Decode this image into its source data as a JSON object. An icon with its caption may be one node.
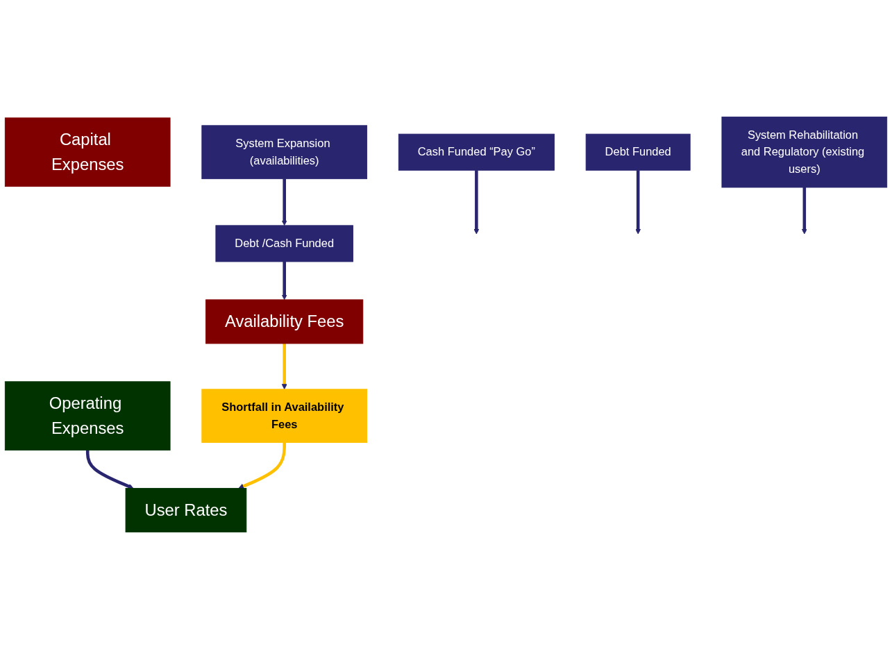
{
  "diagram": {
    "nodes": [
      {
        "text": [
          "Operating Expenses"
        ]
      },
      {
        "text": [
          "Capital Expenses"
        ]
      },
      {
        "text": [
          "Cash Funded “Pay Go”"
        ]
      },
      {
        "text": [
          "Debt Funded"
        ]
      },
      {
        "text": [
          "System Rehabilitation and Regulatory (existing users)"
        ]
      },
      {
        "text": [
          "System Expansion (availabilities)"
        ]
      },
      {
        "text": [
          "Debt /Cash Funded"
        ]
      },
      {
        "text": [
          "User Rates"
        ]
      },
      {
        "text": [
          "Availability Fees"
        ]
      },
      {
        "text": [
          "Shortfall in Availability Fees"
        ]
      }
    ],
    "edges": [
      {
        "from": 0,
        "to": 7,
        "arrow": "to"
      },
      {
        "from": 2,
        "to": null,
        "arrow": "to"
      },
      {
        "from": 3,
        "to": null,
        "arrow": "to"
      },
      {
        "from": 4,
        "to": null,
        "arrow": "to"
      },
      {
        "from": 5,
        "to": 6,
        "arrow": "to"
      },
      {
        "from": 6,
        "to": 8,
        "arrow": "to"
      },
      {
        "from": 8,
        "to": 9,
        "arrow": "to",
        "color": "#ffc000"
      },
      {
        "from": 9,
        "to": 7,
        "arrow": "to",
        "color": "#ffc000"
      }
    ]
  }
}
